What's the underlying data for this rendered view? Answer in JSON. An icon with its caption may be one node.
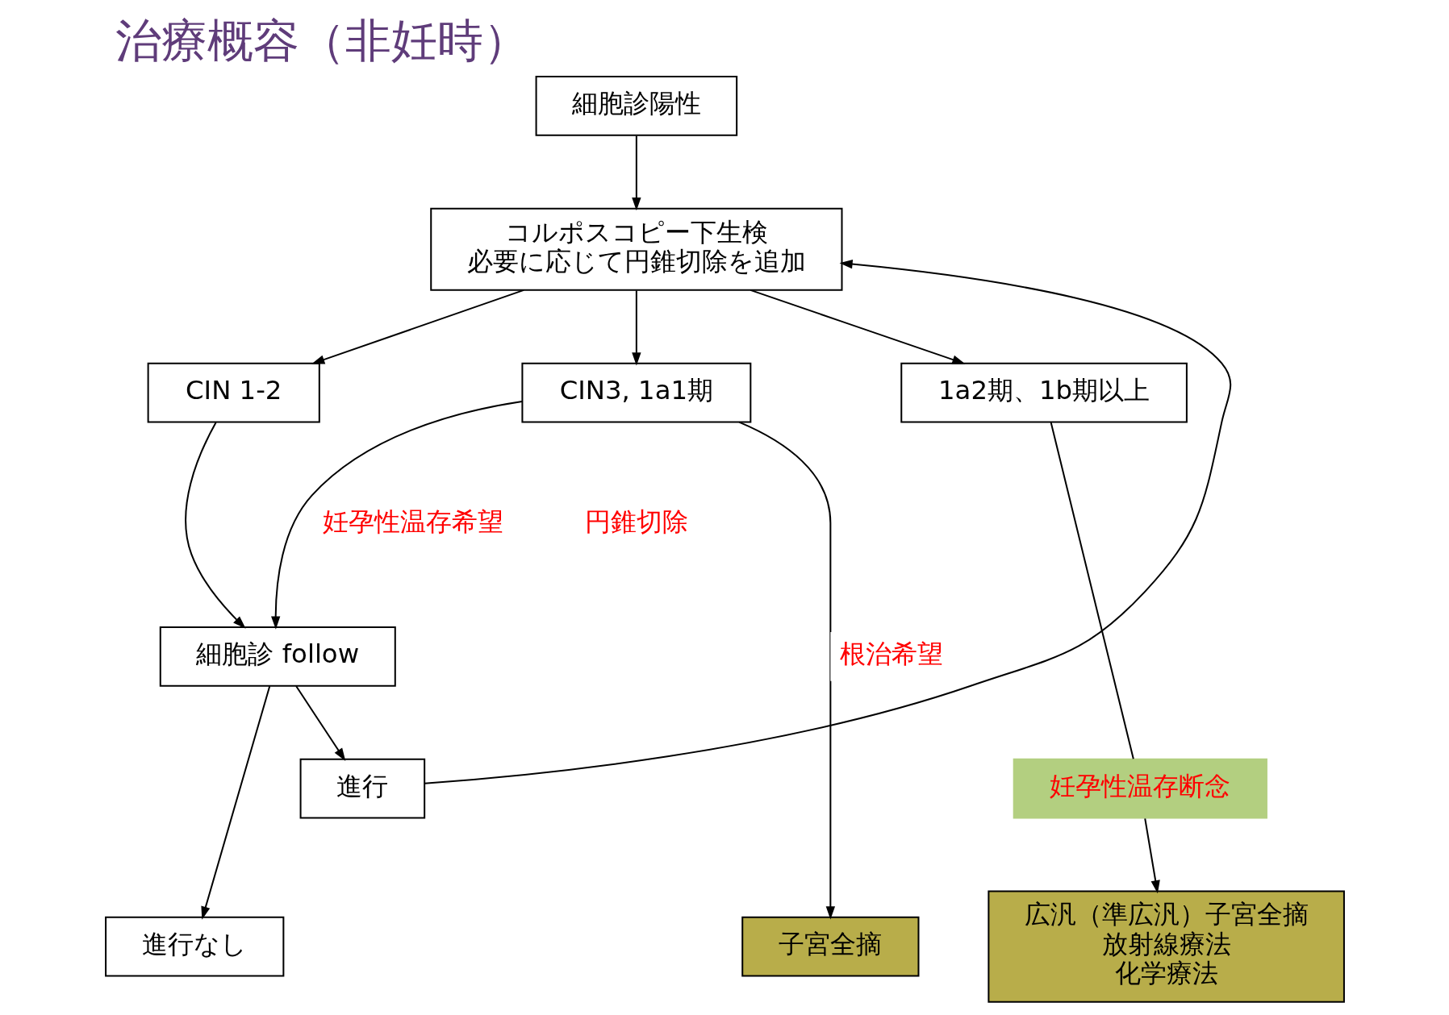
{
  "diagram": {
    "title": "治療概容（非妊時）",
    "nodes": [
      {
        "text": [
          "細胞診陽性"
        ]
      },
      {
        "text": [
          "コルポスコピー下生検",
          "必要に応じて円錐切除を追加"
        ]
      },
      {
        "text": [
          "CIN 1-2"
        ]
      },
      {
        "text": [
          "CIN3, 1a1期"
        ]
      },
      {
        "text": [
          "1a2期、1b期以上"
        ]
      },
      {
        "text": [
          "進行"
        ]
      },
      {
        "text": [
          "細胞診 follow"
        ]
      },
      {
        "text": [
          "進行なし"
        ]
      },
      {
        "text": [
          "子宮全摘"
        ]
      },
      {
        "text": [
          "広汎（準広汎）子宮全摘",
          "放射線療法",
          "化学療法"
        ]
      },
      {
        "text": [
          "妊孕性温存断念"
        ]
      }
    ],
    "edges": [
      {
        "from": 0,
        "to": 1,
        "arrow": "to"
      },
      {
        "from": 1,
        "to": 2,
        "arrow": "to"
      },
      {
        "from": 1,
        "to": 3,
        "arrow": "to"
      },
      {
        "from": 1,
        "to": 4,
        "arrow": "to"
      },
      {
        "from": 2,
        "to": 6,
        "arrow": "to"
      },
      {
        "from": 3,
        "to": 6,
        "arrow": "to",
        "label": "妊孕性温存希望"
      },
      {
        "from": 3,
        "to": 8,
        "arrow": "to",
        "label": "根治希望"
      },
      {
        "from": 4,
        "to": 10,
        "arrow": "none"
      },
      {
        "from": 10,
        "to": 9,
        "arrow": "to"
      },
      {
        "from": 6,
        "to": 5,
        "arrow": "to"
      },
      {
        "from": 6,
        "to": 7,
        "arrow": "to"
      },
      {
        "from": 5,
        "to": 1,
        "arrow": "to"
      }
    ],
    "labels": [
      "円錐切除"
    ]
  }
}
